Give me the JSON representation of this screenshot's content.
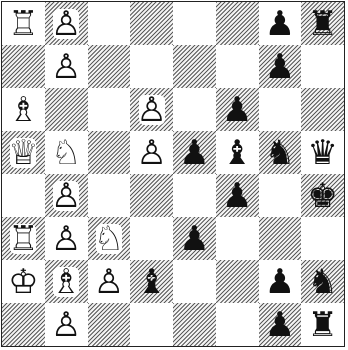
{
  "board": {
    "rows": [
      [
        "R",
        "P",
        "",
        "",
        "",
        "",
        "p",
        "r"
      ],
      [
        "",
        "P",
        "",
        "",
        "",
        "",
        "p",
        ""
      ],
      [
        "B",
        "",
        "",
        "P",
        "",
        "p",
        "",
        ""
      ],
      [
        "Q",
        "N",
        "",
        "P",
        "p",
        "b",
        "n",
        "q"
      ],
      [
        "",
        "P",
        "",
        "",
        "",
        "p",
        "",
        "k"
      ],
      [
        "R",
        "P",
        "N",
        "",
        "p",
        "",
        "",
        ""
      ],
      [
        "K",
        "B",
        "P",
        "b",
        "",
        "",
        "p",
        "n"
      ],
      [
        "",
        "P",
        "",
        "",
        "",
        "",
        "p",
        "r"
      ]
    ]
  },
  "glyphs": {
    "K": "♔",
    "Q": "♕",
    "R": "♖",
    "B": "♗",
    "N": "♘",
    "P": "♙",
    "k": "♚",
    "q": "♛",
    "r": "♜",
    "b": "♝",
    "n": "♞",
    "p": "♟"
  },
  "names": {
    "K": "white-king-icon",
    "Q": "white-queen-icon",
    "R": "white-rook-icon",
    "B": "white-bishop-icon",
    "N": "white-knight-icon",
    "P": "white-pawn-icon",
    "k": "black-king-icon",
    "q": "black-queen-icon",
    "r": "black-rook-icon",
    "b": "black-bishop-icon",
    "n": "black-knight-icon",
    "p": "black-pawn-icon"
  }
}
